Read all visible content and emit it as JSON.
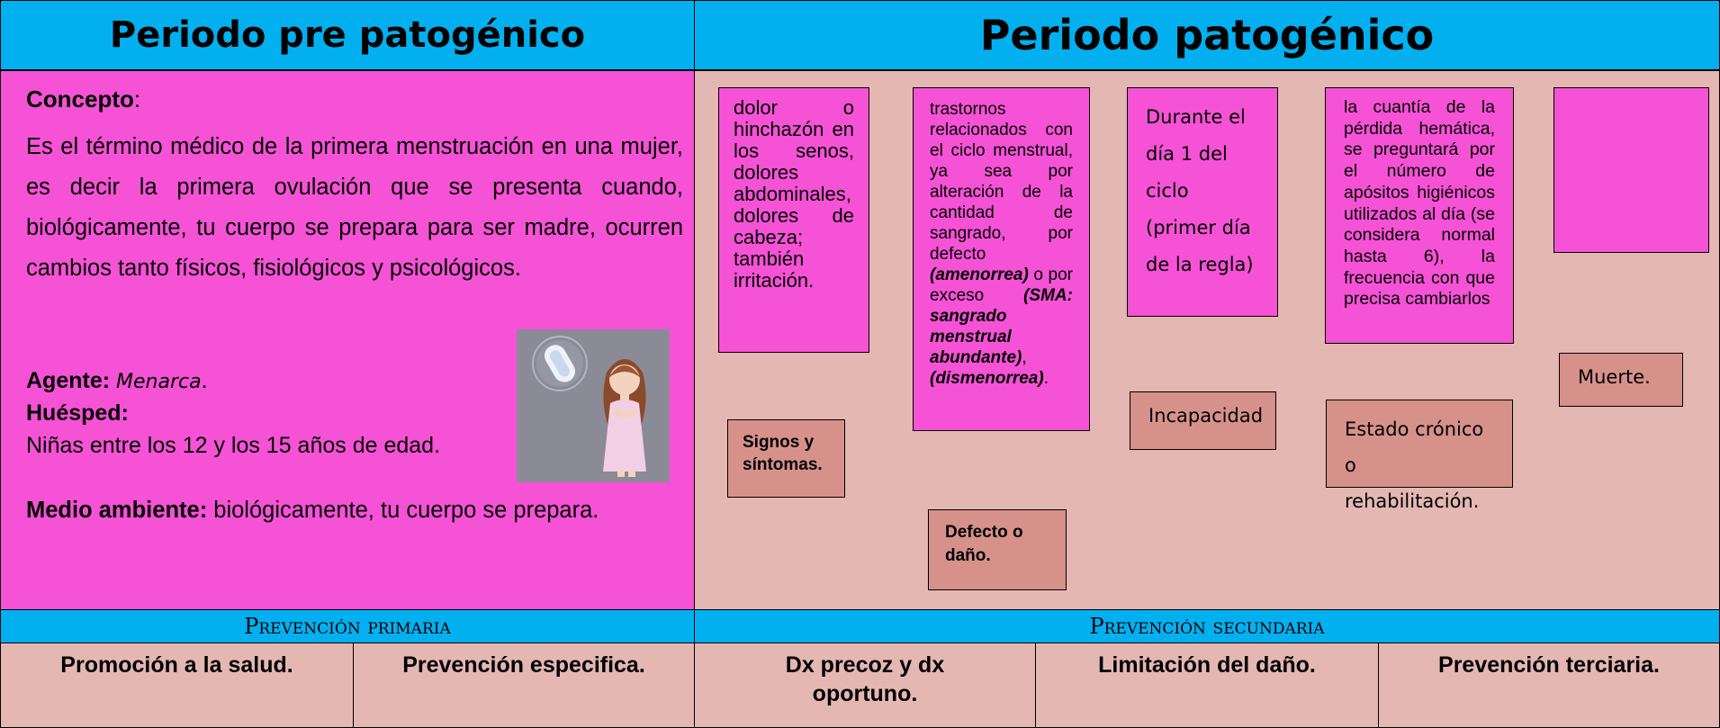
{
  "left": {
    "title": "Periodo pre patogénico",
    "concepto_label": "Concepto",
    "concepto_text": "Es el término médico de la primera menstruación en una mujer, es decir la primera ovulación que se presenta cuando, biológicamente, tu cuerpo se prepara para ser madre, ocurren cambios tanto físicos, fisiológicos y psicológicos.",
    "agente_label": "Agente:",
    "agente_value": "Menarca",
    "huesped_label": "Huésped:",
    "huesped_value": "Niñas entre los 12 y los 15 años de edad.",
    "medio_label": "Medio ambiente:",
    "medio_value": "biológicamente, tu cuerpo se prepara."
  },
  "right": {
    "title": "Periodo patogénico",
    "card1": "dolor o hinchazón en los senos, dolores abdominales, dolores de cabeza; también irritación.",
    "card1_label": "Signos y síntomas.",
    "card2_a": "trastornos relacionados con el ciclo menstrual, ya sea por alteración de la cantidad de sangrado, por defecto ",
    "card2_b": "(amenorrea)",
    "card2_c": " o por exceso ",
    "card2_d": "(SMA: sangrado menstrual abundante)",
    "card2_e": ", ",
    "card2_f": "(dismenorrea)",
    "card2_g": ".",
    "card2_label": "Defecto o daño.",
    "card3": "Durante el día 1 del ciclo (primer día de la regla)",
    "card3_label": "Incapacidad",
    "card4": "la cuantía de la pérdida hemática, se preguntará por el número de apósitos higiénicos utilizados al día (se considera normal hasta 6), la frecuencia con que precisa cambiarlos",
    "card4_label": "Estado crónico o rehabilitación.",
    "card5_label": "Muerte."
  },
  "prevention": {
    "primaria": "Prevención primaria",
    "secundaria": "Prevención secundaria",
    "cells": [
      "Promoción a la salud.",
      "Prevención especifica.",
      "Dx precoz y dx oportuno.",
      "Limitación del daño.",
      "Prevención terciaria."
    ]
  },
  "colors": {
    "header": "#02b0f0",
    "pink": "#f552d6",
    "tan": "#e4b7b3",
    "label": "#d7918b"
  }
}
